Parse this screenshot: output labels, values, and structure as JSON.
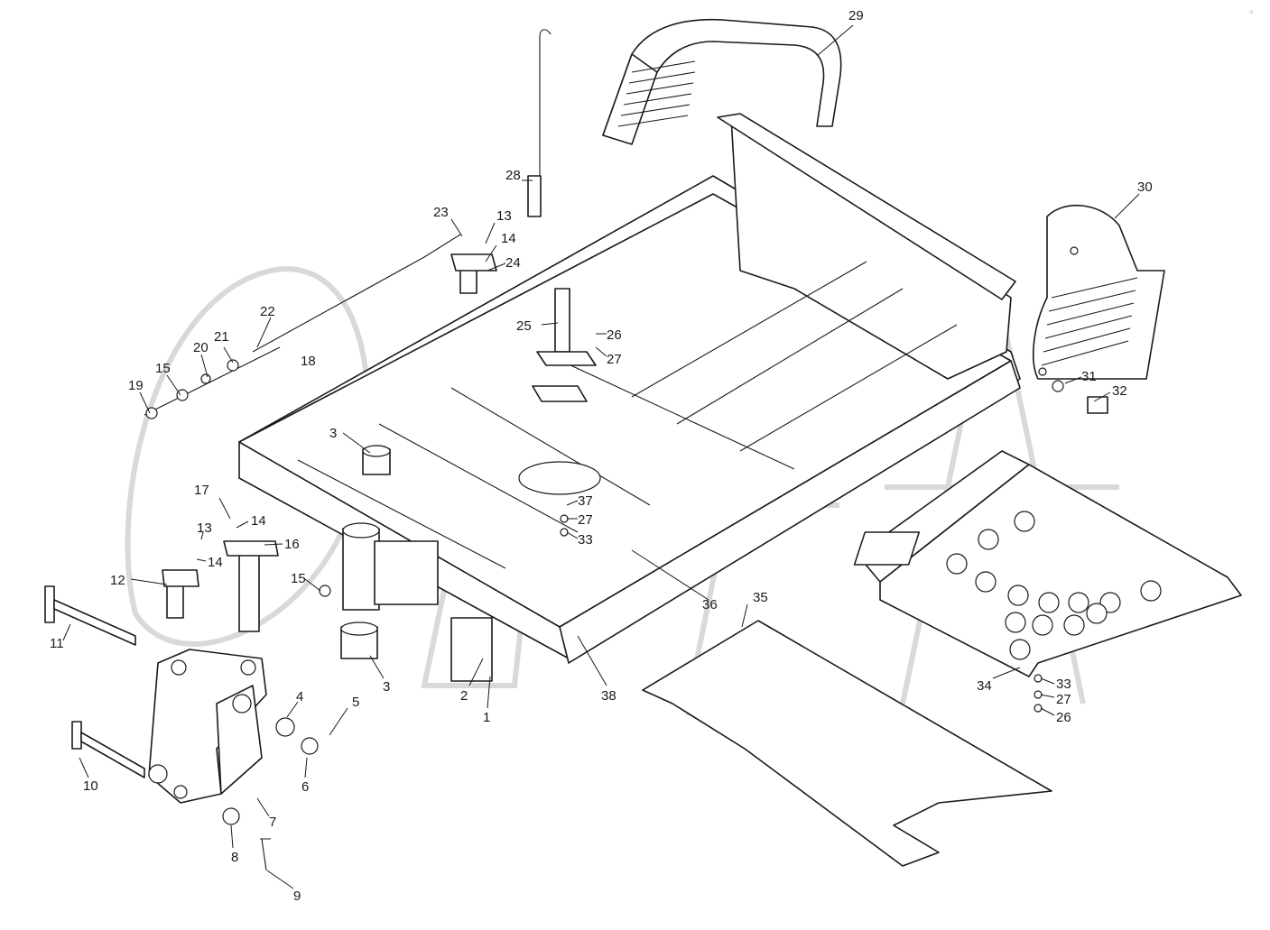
{
  "diagram": {
    "corner_mark": "⁘",
    "callouts": [
      {
        "id": "c29",
        "text": "29"
      },
      {
        "id": "c30",
        "text": "30"
      },
      {
        "id": "c28",
        "text": "28"
      },
      {
        "id": "c23",
        "text": "23"
      },
      {
        "id": "c13a",
        "text": "13"
      },
      {
        "id": "c14a",
        "text": "14"
      },
      {
        "id": "c24",
        "text": "24"
      },
      {
        "id": "c22",
        "text": "22"
      },
      {
        "id": "c21",
        "text": "21"
      },
      {
        "id": "c20",
        "text": "20"
      },
      {
        "id": "c15a",
        "text": "15"
      },
      {
        "id": "c19",
        "text": "19"
      },
      {
        "id": "c18",
        "text": "18"
      },
      {
        "id": "c25",
        "text": "25"
      },
      {
        "id": "c26a",
        "text": "26"
      },
      {
        "id": "c27a",
        "text": "27"
      },
      {
        "id": "c31",
        "text": "31"
      },
      {
        "id": "c32",
        "text": "32"
      },
      {
        "id": "c3a",
        "text": "3"
      },
      {
        "id": "c17",
        "text": "17"
      },
      {
        "id": "c14b",
        "text": "14"
      },
      {
        "id": "c13b",
        "text": "13"
      },
      {
        "id": "c16",
        "text": "16"
      },
      {
        "id": "c14c",
        "text": "14"
      },
      {
        "id": "c12",
        "text": "12"
      },
      {
        "id": "c37",
        "text": "37"
      },
      {
        "id": "c27b",
        "text": "27"
      },
      {
        "id": "c33a",
        "text": "33"
      },
      {
        "id": "c15b",
        "text": "15"
      },
      {
        "id": "c11",
        "text": "11"
      },
      {
        "id": "c36",
        "text": "36"
      },
      {
        "id": "c35",
        "text": "35"
      },
      {
        "id": "c3b",
        "text": "3"
      },
      {
        "id": "c2",
        "text": "2"
      },
      {
        "id": "c1",
        "text": "1"
      },
      {
        "id": "c38",
        "text": "38"
      },
      {
        "id": "c34",
        "text": "34"
      },
      {
        "id": "c33b",
        "text": "33"
      },
      {
        "id": "c27c",
        "text": "27"
      },
      {
        "id": "c26b",
        "text": "26"
      },
      {
        "id": "c4",
        "text": "4"
      },
      {
        "id": "c5",
        "text": "5"
      },
      {
        "id": "c6",
        "text": "6"
      },
      {
        "id": "c10",
        "text": "10"
      },
      {
        "id": "c7",
        "text": "7"
      },
      {
        "id": "c8",
        "text": "8"
      },
      {
        "id": "c9",
        "text": "9"
      }
    ]
  }
}
